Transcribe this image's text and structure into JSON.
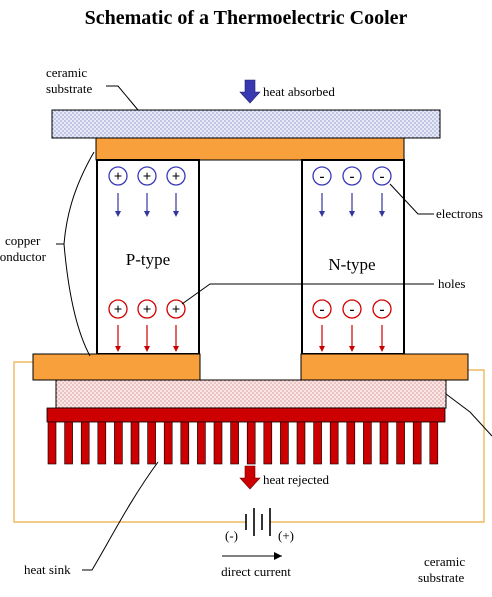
{
  "title": "Schematic of a Thermoelectric Cooler",
  "labels": {
    "ceramic_top_line1": "ceramic",
    "ceramic_top_line2": "substrate",
    "heat_absorbed": "heat absorbed",
    "electrons": "electrons",
    "copper_line1": "copper",
    "copper_line2": "conductor",
    "p_type": "P-type",
    "n_type": "N-type",
    "holes": "holes",
    "heat_rejected": "heat rejected",
    "minus": "(-)",
    "plus": "(+)",
    "heat_sink": "heat sink",
    "direct_current": "direct current",
    "ceramic_bottom_line1": "ceramic",
    "ceramic_bottom_line2": "substrate"
  },
  "carriers": {
    "p_sign": "+",
    "n_sign": "-"
  },
  "colors": {
    "copper": "#f7a03c",
    "heat_sink": "#cc0000",
    "p_carrier_top": "#3a3ab8",
    "n_carrier": "#d40000",
    "p_carrier_bottom": "#d40000",
    "arrow_top": "#3535a0",
    "arrow_bottom": "#cc0000",
    "heat_arrow_top": "#3838b0",
    "heat_arrow_bottom": "#cc0000",
    "ceramic_top_fill": "#e6eaf8",
    "ceramic_bottom_fill": "#fbe6e6",
    "wire": "#f0b860"
  }
}
